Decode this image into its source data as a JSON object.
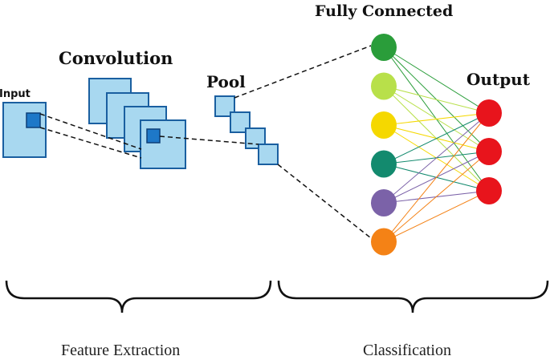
{
  "labels": {
    "input": "Input",
    "convolution": "Convolution",
    "pool": "Pool",
    "fully_connected": "Fully Connected",
    "output": "Output",
    "feature_extraction": "Feature Extraction",
    "classification": "Classification"
  },
  "colors": {
    "map_fill": "#a8d8f0",
    "map_stroke": "#1a5fa0",
    "kernel_fill": "#1e78c8",
    "output_node": "#e8141c"
  },
  "fc_nodes": [
    {
      "name": "fc-node-green",
      "color": "#2a9d3a"
    },
    {
      "name": "fc-node-lime",
      "color": "#b8e04a"
    },
    {
      "name": "fc-node-yellow",
      "color": "#f5d800"
    },
    {
      "name": "fc-node-teal",
      "color": "#138a6e"
    },
    {
      "name": "fc-node-purple",
      "color": "#7b62a8"
    },
    {
      "name": "fc-node-orange",
      "color": "#f48216"
    }
  ],
  "output_count": 3
}
